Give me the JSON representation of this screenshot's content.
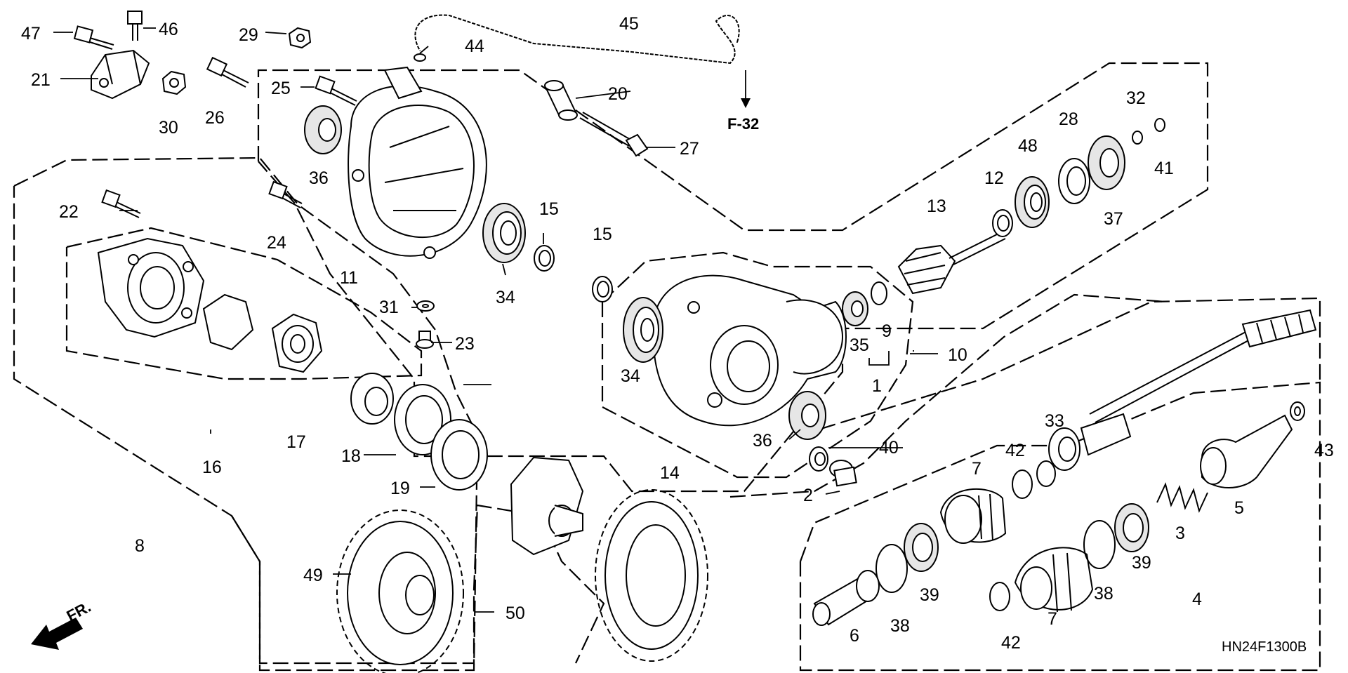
{
  "diagram": {
    "code": "HN24F1300B",
    "ref_label": "F-32",
    "direction_label": "FR."
  },
  "callouts": [
    {
      "id": "c47",
      "text": "47"
    },
    {
      "id": "c46",
      "text": "46"
    },
    {
      "id": "c21",
      "text": "21"
    },
    {
      "id": "c30",
      "text": "30"
    },
    {
      "id": "c26",
      "text": "26"
    },
    {
      "id": "c29",
      "text": "29"
    },
    {
      "id": "c25",
      "text": "25"
    },
    {
      "id": "c36a",
      "text": "36"
    },
    {
      "id": "c44",
      "text": "44"
    },
    {
      "id": "c45",
      "text": "45"
    },
    {
      "id": "c20",
      "text": "20"
    },
    {
      "id": "c27",
      "text": "27"
    },
    {
      "id": "c32",
      "text": "32"
    },
    {
      "id": "c41",
      "text": "41"
    },
    {
      "id": "c28",
      "text": "28"
    },
    {
      "id": "c48",
      "text": "48"
    },
    {
      "id": "c37",
      "text": "37"
    },
    {
      "id": "c12",
      "text": "12"
    },
    {
      "id": "c13",
      "text": "13"
    },
    {
      "id": "c22",
      "text": "22"
    },
    {
      "id": "c24",
      "text": "24"
    },
    {
      "id": "c11",
      "text": "11"
    },
    {
      "id": "c15a",
      "text": "15"
    },
    {
      "id": "c34a",
      "text": "34"
    },
    {
      "id": "c15b",
      "text": "15"
    },
    {
      "id": "c31",
      "text": "31"
    },
    {
      "id": "c23",
      "text": "23"
    },
    {
      "id": "c35",
      "text": "35"
    },
    {
      "id": "c9",
      "text": "9"
    },
    {
      "id": "c10",
      "text": "10"
    },
    {
      "id": "c1",
      "text": "1"
    },
    {
      "id": "c34b",
      "text": "34"
    },
    {
      "id": "c36b",
      "text": "36"
    },
    {
      "id": "c40",
      "text": "40"
    },
    {
      "id": "c2",
      "text": "2"
    },
    {
      "id": "c16",
      "text": "16"
    },
    {
      "id": "c17",
      "text": "17"
    },
    {
      "id": "c18",
      "text": "18"
    },
    {
      "id": "c19",
      "text": "19"
    },
    {
      "id": "c8",
      "text": "8"
    },
    {
      "id": "c14",
      "text": "14"
    },
    {
      "id": "c49",
      "text": "49"
    },
    {
      "id": "c50",
      "text": "50"
    },
    {
      "id": "c33",
      "text": "33"
    },
    {
      "id": "c42a",
      "text": "42"
    },
    {
      "id": "c7a",
      "text": "7"
    },
    {
      "id": "c43",
      "text": "43"
    },
    {
      "id": "c5",
      "text": "5"
    },
    {
      "id": "c3",
      "text": "3"
    },
    {
      "id": "c39a",
      "text": "39"
    },
    {
      "id": "c38a",
      "text": "38"
    },
    {
      "id": "c6",
      "text": "6"
    },
    {
      "id": "c39b",
      "text": "39"
    },
    {
      "id": "c4",
      "text": "4"
    },
    {
      "id": "c38b",
      "text": "38"
    },
    {
      "id": "c7b",
      "text": "7"
    },
    {
      "id": "c42b",
      "text": "42"
    }
  ]
}
